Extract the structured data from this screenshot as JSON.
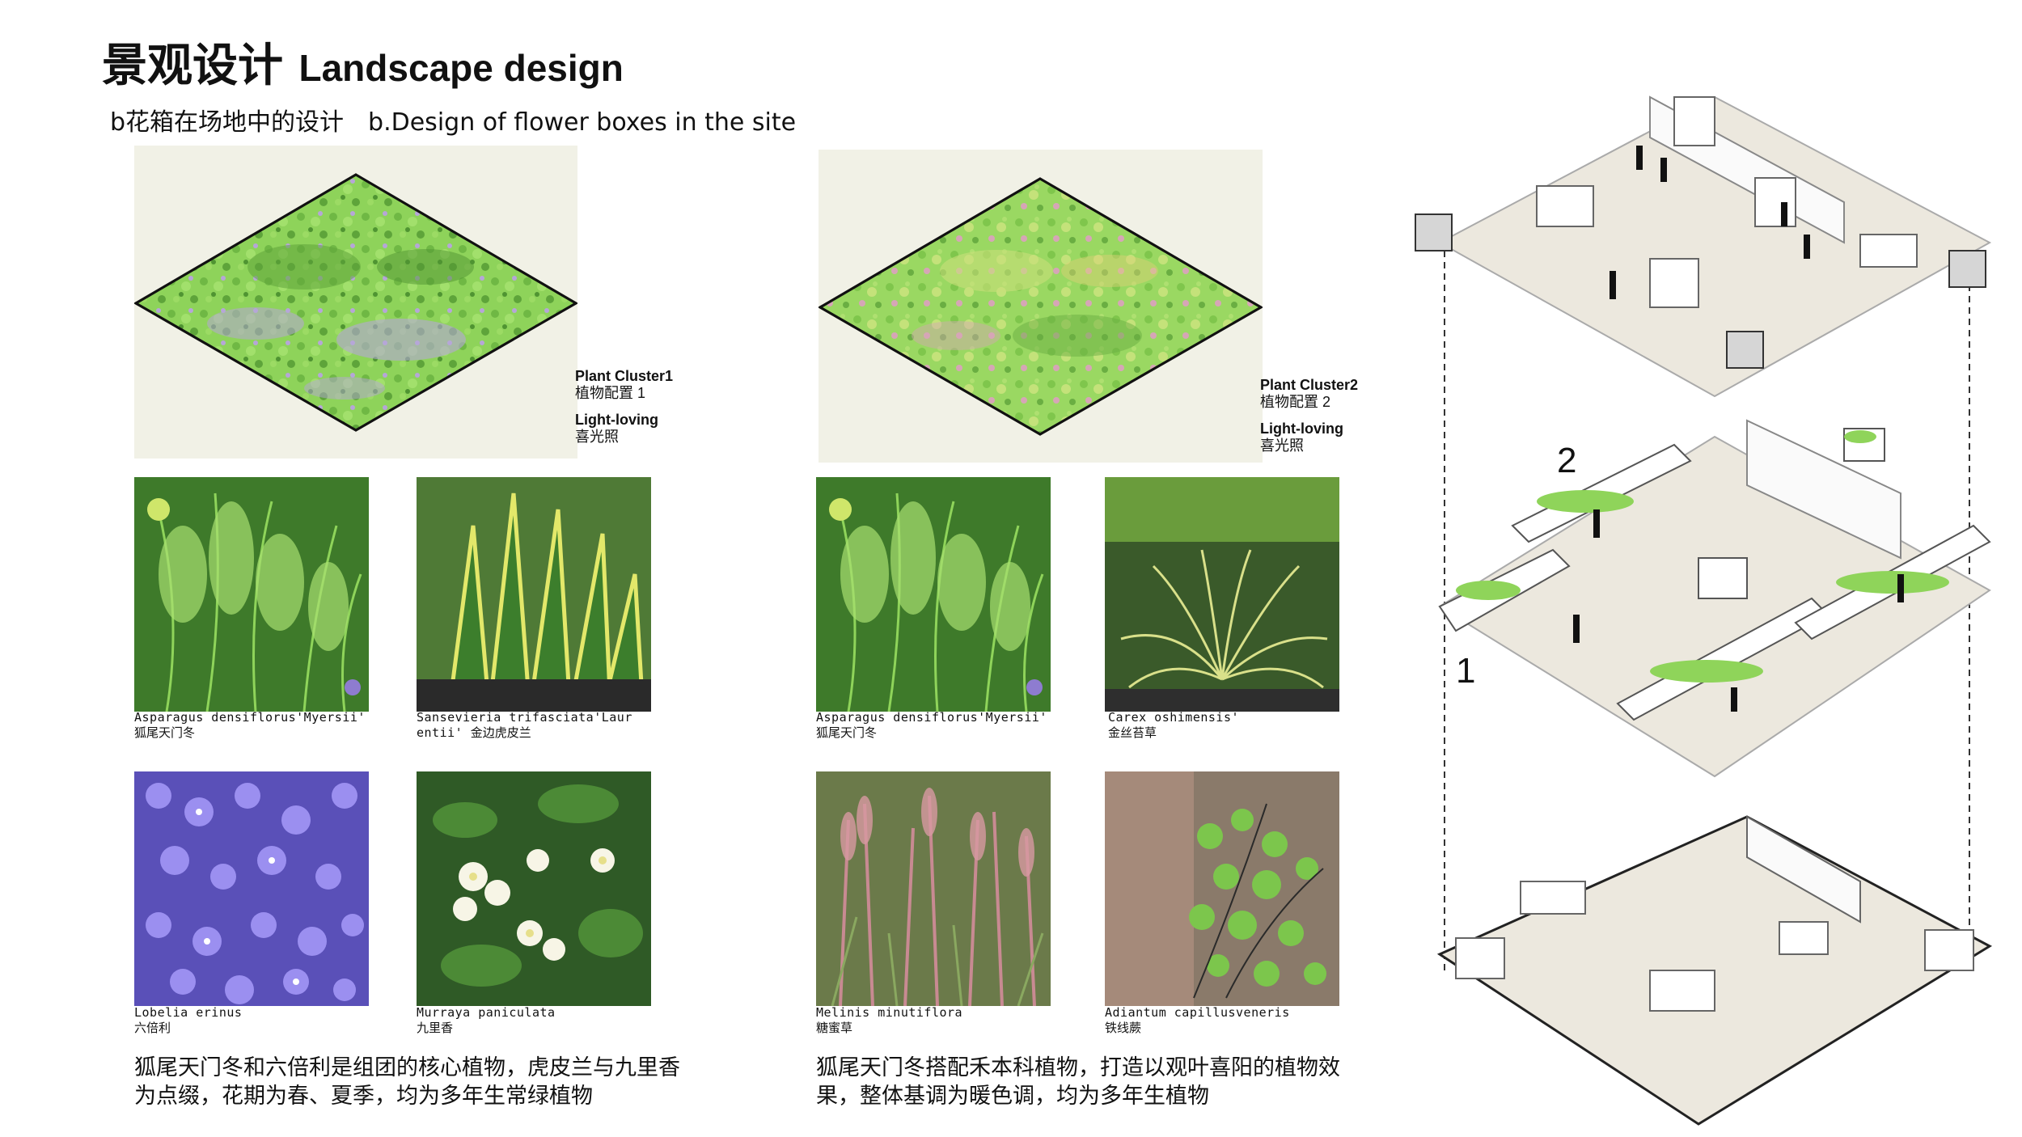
{
  "header": {
    "title_cn": "景观设计",
    "title_en": "Landscape design",
    "subtitle_cn": "b花箱在场地中的设计",
    "subtitle_en": "b.Design of flower boxes in the site"
  },
  "clusters": [
    {
      "name": "Plant Cluster1",
      "name_cn": "植物配置 1",
      "light": "Light-loving",
      "light_cn": "喜光照",
      "plants": [
        {
          "latin": "Asparagus densiflorus'Myersii'",
          "cn": "狐尾天门冬",
          "icon": "fern-foliage"
        },
        {
          "latin": "Sansevieria trifasciata'Laur",
          "latin2": "entii'",
          "cn": "金边虎皮兰",
          "icon": "snake-plant"
        },
        {
          "latin": "Lobelia erinus",
          "cn": "六倍利",
          "icon": "purple-flowers"
        },
        {
          "latin": "Murraya paniculata",
          "cn": "九里香",
          "icon": "white-flowers"
        }
      ],
      "description": "狐尾天门冬和六倍利是组团的核心植物，虎皮兰与九里香为点缀，花期为春、夏季，均为多年生常绿植物"
    },
    {
      "name": "Plant Cluster2",
      "name_cn": "植物配置 2",
      "light": "Light-loving",
      "light_cn": "喜光照",
      "plants": [
        {
          "latin": "Asparagus densiflorus'Myersii'",
          "cn": "狐尾天门冬",
          "icon": "fern-foliage"
        },
        {
          "latin": "Carex oshimensis'",
          "cn": "金丝苔草",
          "icon": "sedge-grass"
        },
        {
          "latin": "Melinis minutiflora",
          "cn": "糖蜜草",
          "icon": "pink-grass"
        },
        {
          "latin": "Adiantum capillusveneris",
          "cn": "铁线蕨",
          "icon": "maidenhair-fern"
        }
      ],
      "description": "狐尾天门冬搭配禾本科植物，打造以观叶喜阳的植物效果，整体基调为暖色调，均为多年生植物"
    }
  ],
  "diagram": {
    "label_1": "1",
    "label_2": "2"
  },
  "colors": {
    "panel_bg": "#f1f1e6",
    "lawn_green": "#8fd45a",
    "lavender": "#b7a6d6",
    "floor": "#e8e4da"
  }
}
